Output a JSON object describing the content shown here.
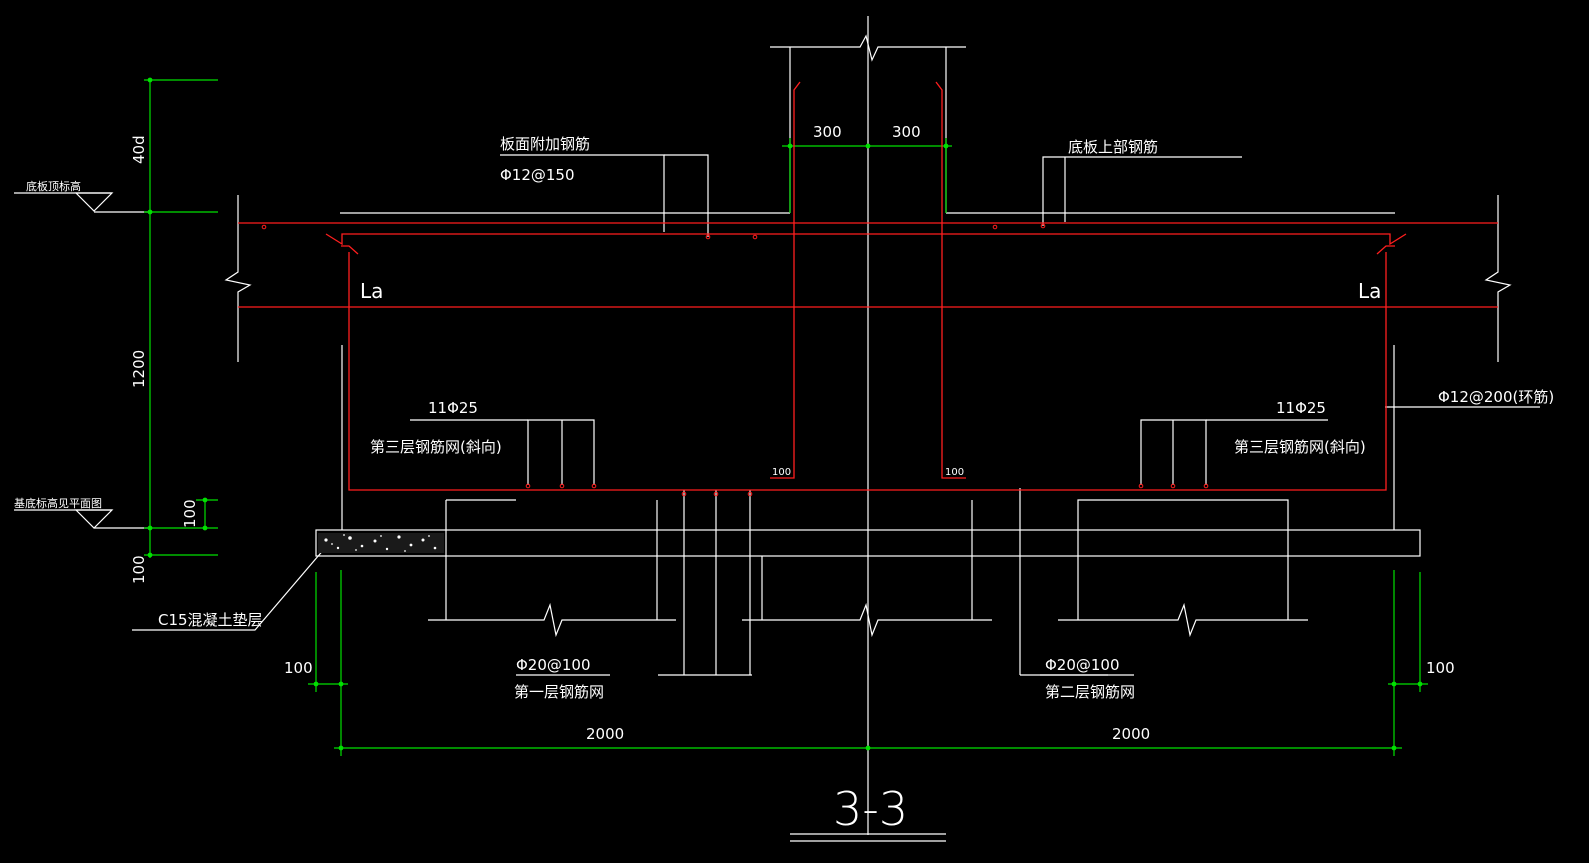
{
  "drawing": {
    "title": "3-3",
    "labels": {
      "slab_top_elevation": "底板顶标高",
      "foundation_base_elevation": "基底标高见平面图",
      "cushion": "C15混凝土垫层",
      "top_additional_rebar": "板面附加钢筋",
      "top_additional_rebar_spec": "Φ12@150",
      "bottom_plate_top_rebar": "底板上部钢筋",
      "la_left": "La",
      "la_right": "La",
      "left_bars": "11Φ25",
      "right_bars": "11Φ25",
      "third_layer_left": "第三层钢筋网(斜向)",
      "third_layer_right": "第三层钢筋网(斜向)",
      "ring_bar": "Φ12@200(环筋)",
      "first_layer_spec": "Φ20@100",
      "first_layer": "第一层钢筋网",
      "second_layer_spec": "Φ20@100",
      "second_layer": "第二层钢筋网",
      "hook_left": "100",
      "hook_right": "100"
    },
    "dimensions": {
      "anchor_40d": "40d",
      "depth_1200": "1200",
      "step_100": "100",
      "cushion_100": "100",
      "half_col_left": "300",
      "half_col_right": "300",
      "cover_left": "100",
      "cover_right": "100",
      "half_width_left": "2000",
      "half_width_right": "2000"
    }
  }
}
